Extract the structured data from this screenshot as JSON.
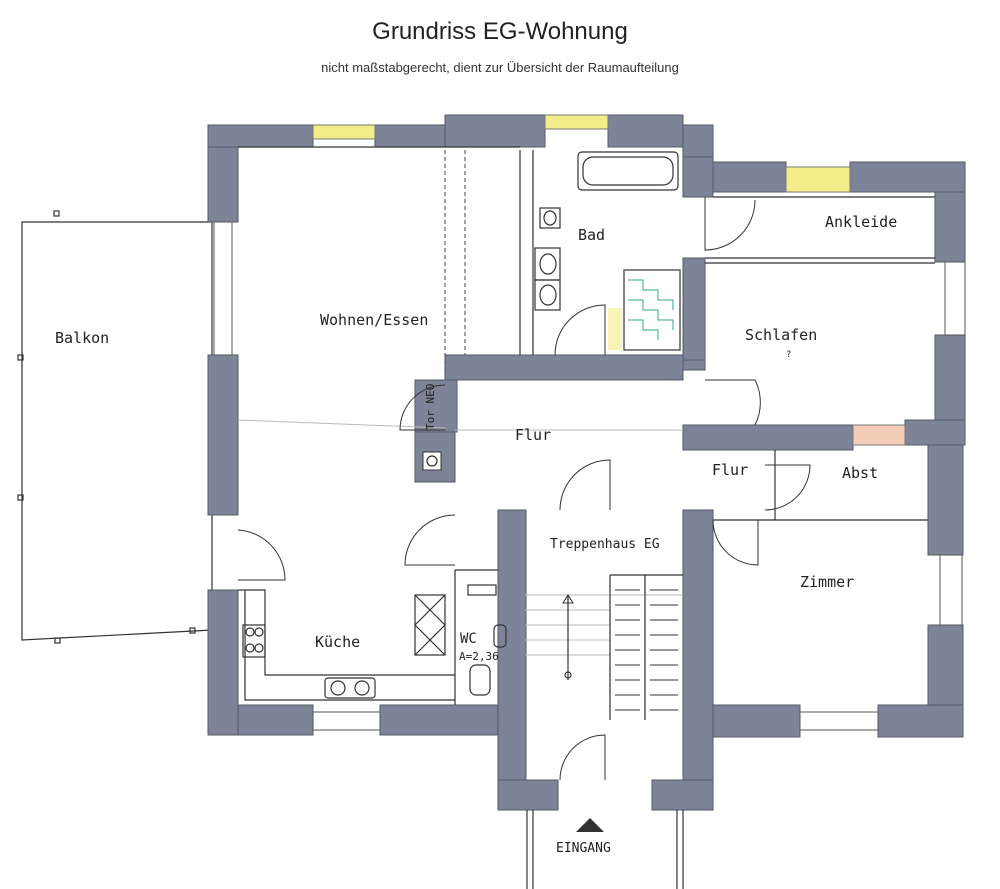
{
  "header": {
    "title": "Grundriss EG-Wohnung",
    "subtitle": "nicht maßstabgerecht, dient zur Übersicht der Raumaufteilung"
  },
  "rooms": {
    "balkon": "Balkon",
    "wohnen": "Wohnen/Essen",
    "bad": "Bad",
    "ankleide": "Ankleide",
    "schlafen": "Schlafen",
    "schlafen_note": "?",
    "flur_main": "Flur",
    "flur_small": "Flur",
    "abst": "Abst",
    "treppenhaus": "Treppenhaus EG",
    "zimmer": "Zimmer",
    "kueche": "Küche",
    "wc": "WC",
    "wc_area": "A=2,36"
  },
  "annotations": {
    "tor_neo": "Tor NEO",
    "eingang": "EINGANG"
  },
  "colors": {
    "wall": "#7d8497",
    "window_highlight": "#f3ec8a",
    "window_pink": "#f4cdb8"
  }
}
